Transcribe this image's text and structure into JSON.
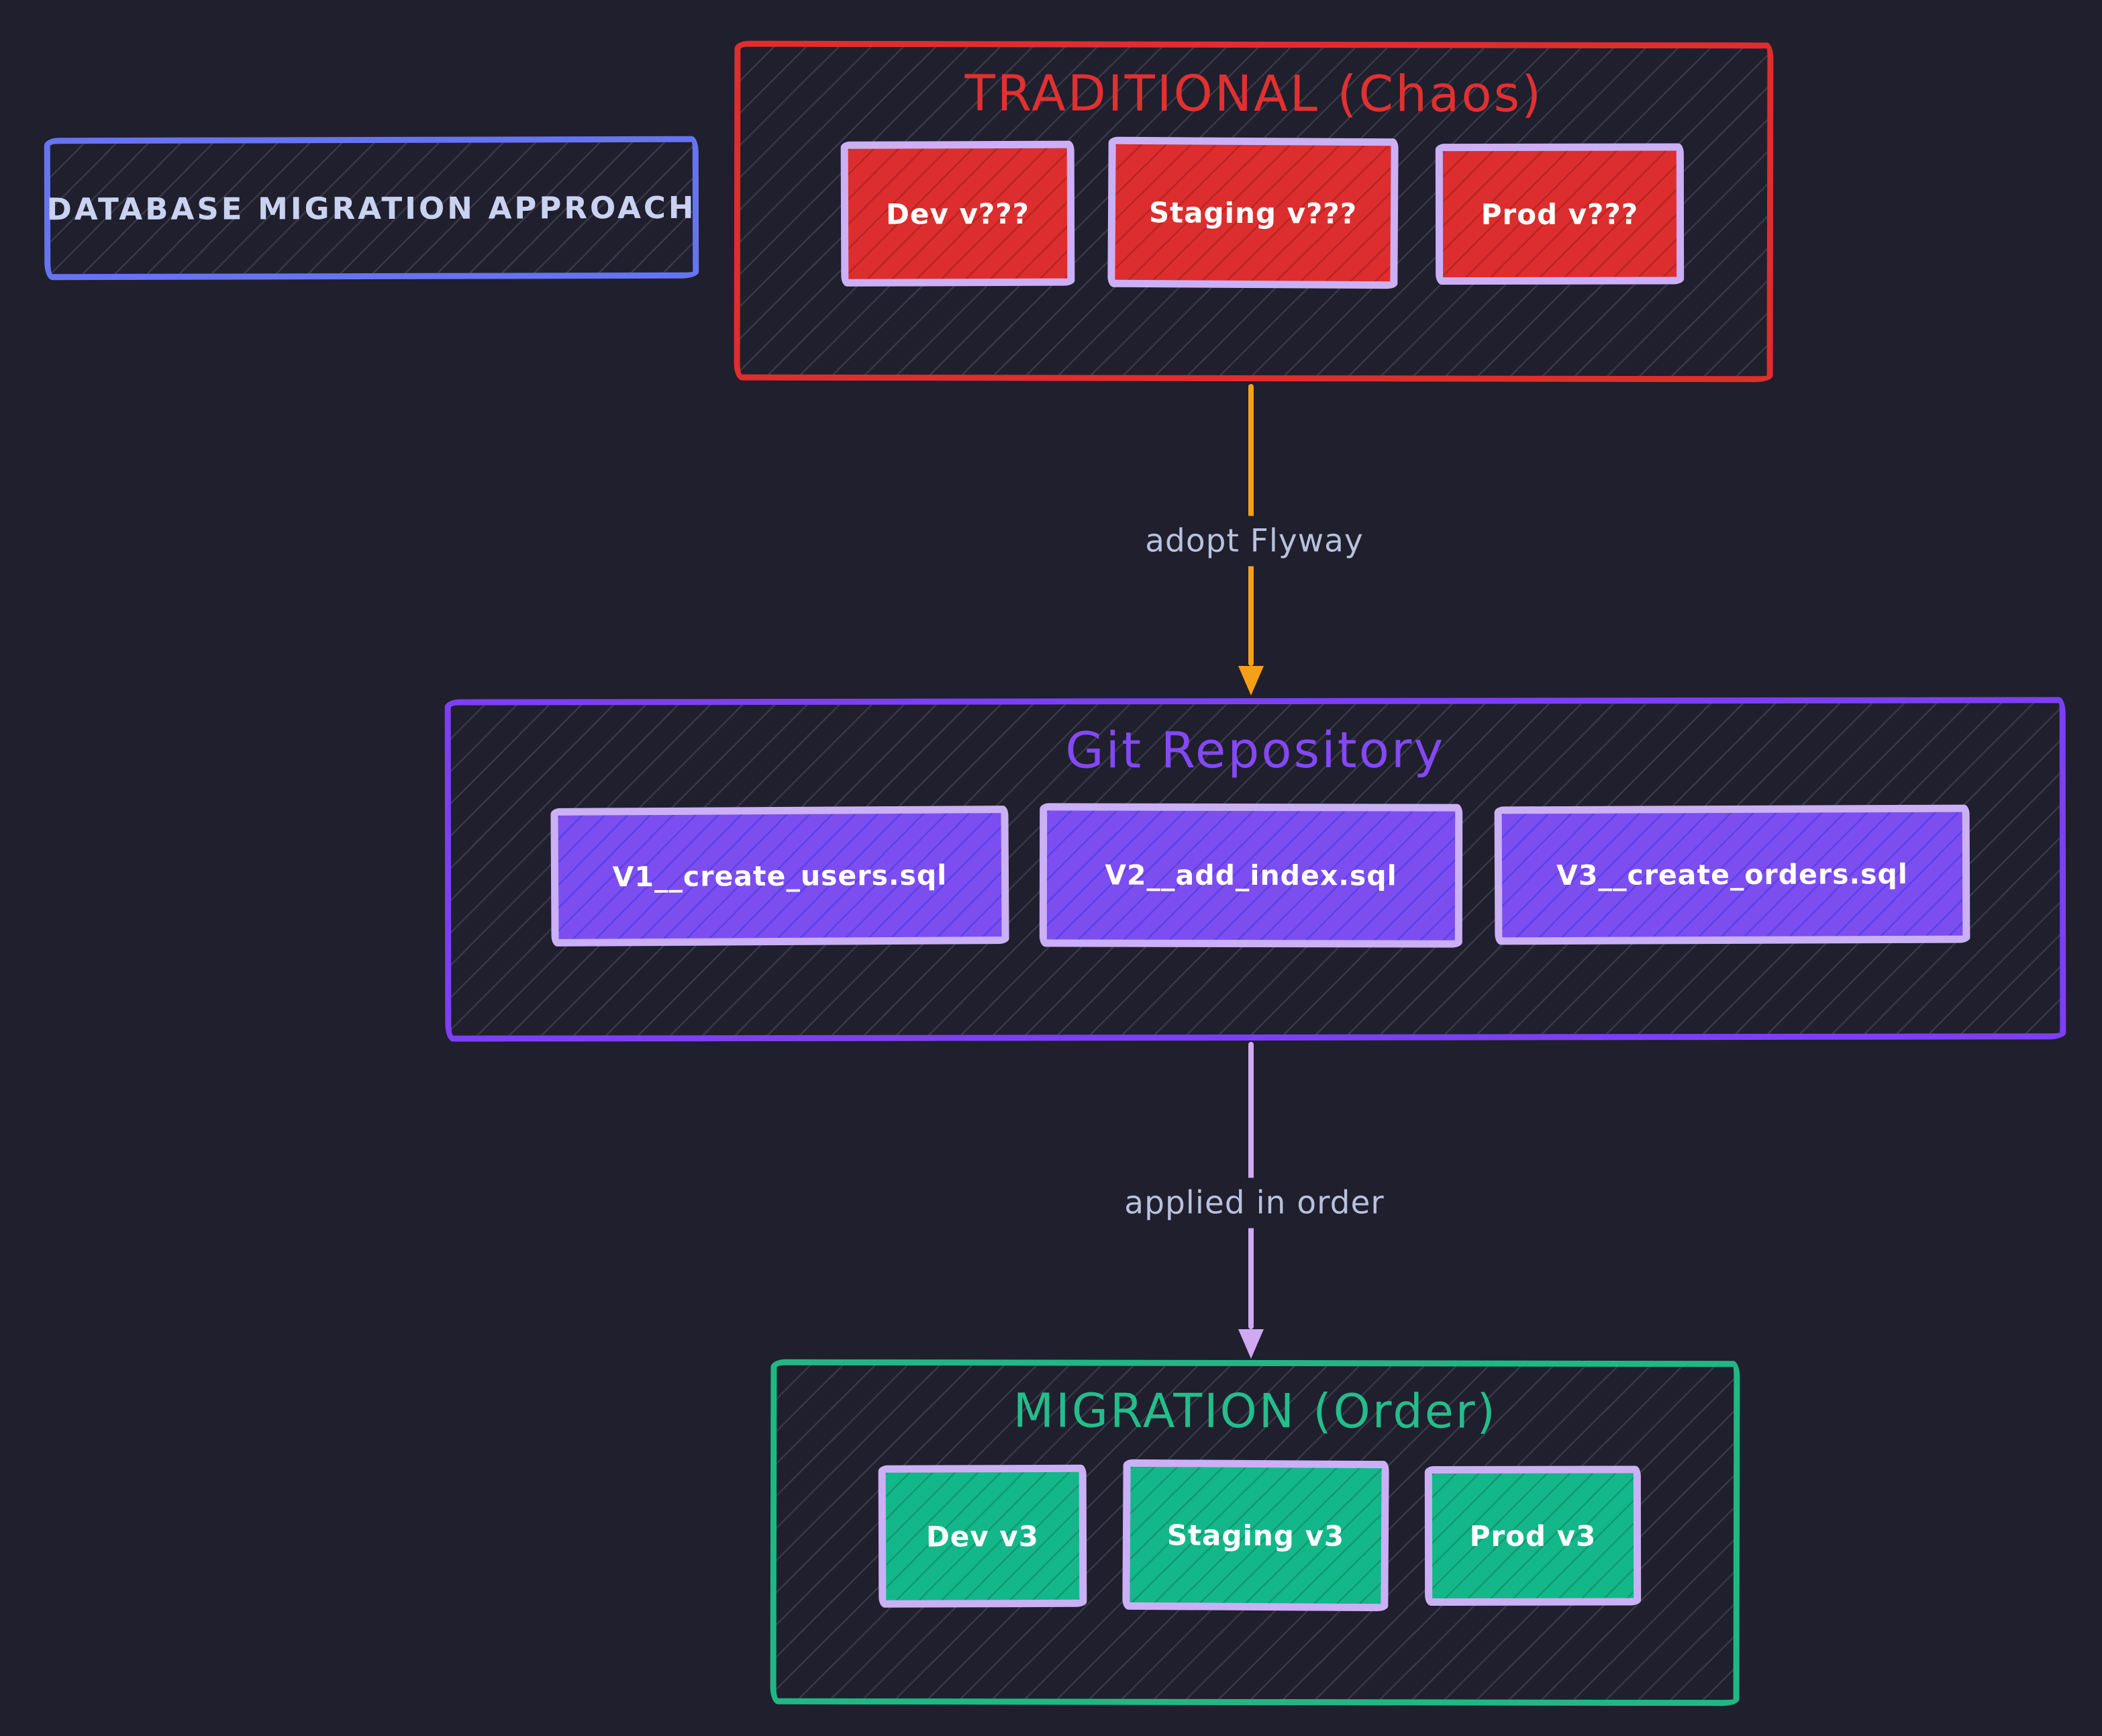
{
  "canvas": {
    "background_color": "#201f2d",
    "style": "hand-drawn whiteboard diagram"
  },
  "title_card": {
    "label": "DATABASE MIGRATION APPROACH",
    "border_color": "#6674f1",
    "text_color": "#c9d2f0"
  },
  "sections": {
    "traditional": {
      "title": "TRADITIONAL (Chaos)",
      "accent_color": "#e03131",
      "item_fill_color": "#dc2e2e",
      "item_border_color": "#cbb0f5",
      "items": [
        {
          "label": "Dev v???"
        },
        {
          "label": "Staging v???"
        },
        {
          "label": "Prod v???"
        }
      ]
    },
    "repository": {
      "title": "Git Repository",
      "accent_color": "#8448f5",
      "item_fill_color": "#7c4ef0",
      "item_border_color": "#cbb0f5",
      "items": [
        {
          "label": "V1__create_users.sql"
        },
        {
          "label": "V2__add_index.sql"
        },
        {
          "label": "V3__create_orders.sql"
        }
      ]
    },
    "migration": {
      "title": "MIGRATION (Order)",
      "accent_color": "#24bd8b",
      "item_fill_color": "#14b789",
      "item_border_color": "#cbb0f5",
      "items": [
        {
          "label": "Dev v3"
        },
        {
          "label": "Staging v3"
        },
        {
          "label": "Prod v3"
        }
      ]
    }
  },
  "arrows": {
    "adopt_flyway": {
      "label": "adopt Flyway",
      "color": "#f5a01b",
      "from": "traditional",
      "to": "repository"
    },
    "applied_in_order": {
      "label": "applied in order",
      "color": "#cfa9f2",
      "from": "repository",
      "to": "migration"
    }
  }
}
